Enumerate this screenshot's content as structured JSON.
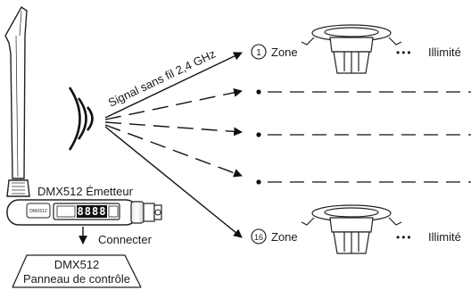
{
  "transmitter": {
    "label": "DMX512 Émetteur",
    "display_digits": "8888"
  },
  "signal": {
    "label": "Signal sans fil 2,4 GHz"
  },
  "connect": {
    "label": "Connecter"
  },
  "panel": {
    "line1": "DMX512",
    "line2": "Panneau de contrôle"
  },
  "zones": {
    "first": {
      "number": "1",
      "label": "Zone",
      "limit": "Illimité"
    },
    "last": {
      "number": "16",
      "label": "Zone",
      "limit": "Illimité"
    },
    "ellipsis": "•••"
  }
}
